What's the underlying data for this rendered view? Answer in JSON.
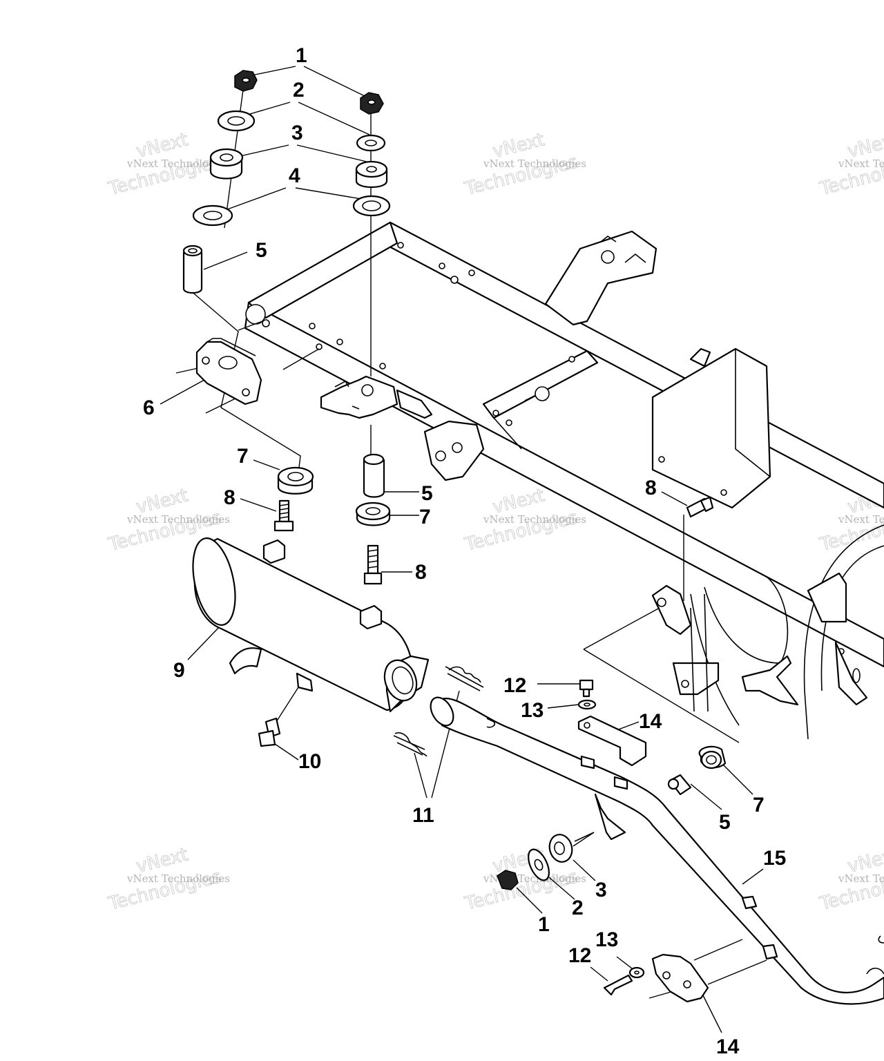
{
  "watermark": {
    "line1": "vNext Technologies",
    "line2": "vNext",
    "line3": "Technologies"
  },
  "callouts": [
    {
      "id": "c1a",
      "label": "1"
    },
    {
      "id": "c2a",
      "label": "2"
    },
    {
      "id": "c3a",
      "label": "3"
    },
    {
      "id": "c4a",
      "label": "4"
    },
    {
      "id": "c5a",
      "label": "5"
    },
    {
      "id": "c6a",
      "label": "6"
    },
    {
      "id": "c7a",
      "label": "7"
    },
    {
      "id": "c8a",
      "label": "8"
    },
    {
      "id": "c5b",
      "label": "5"
    },
    {
      "id": "c7b",
      "label": "7"
    },
    {
      "id": "c8b",
      "label": "8"
    },
    {
      "id": "c8c",
      "label": "8"
    },
    {
      "id": "c9a",
      "label": "9"
    },
    {
      "id": "c10a",
      "label": "10"
    },
    {
      "id": "c11a",
      "label": "11"
    },
    {
      "id": "c12a",
      "label": "12"
    },
    {
      "id": "c13a",
      "label": "13"
    },
    {
      "id": "c14a",
      "label": "14"
    },
    {
      "id": "c7c",
      "label": "7"
    },
    {
      "id": "c5c",
      "label": "5"
    },
    {
      "id": "c15a",
      "label": "15"
    },
    {
      "id": "c3b",
      "label": "3"
    },
    {
      "id": "c2b",
      "label": "2"
    },
    {
      "id": "c1b",
      "label": "1"
    },
    {
      "id": "c13b",
      "label": "13"
    },
    {
      "id": "c12b",
      "label": "12"
    },
    {
      "id": "c14b",
      "label": "14"
    }
  ]
}
